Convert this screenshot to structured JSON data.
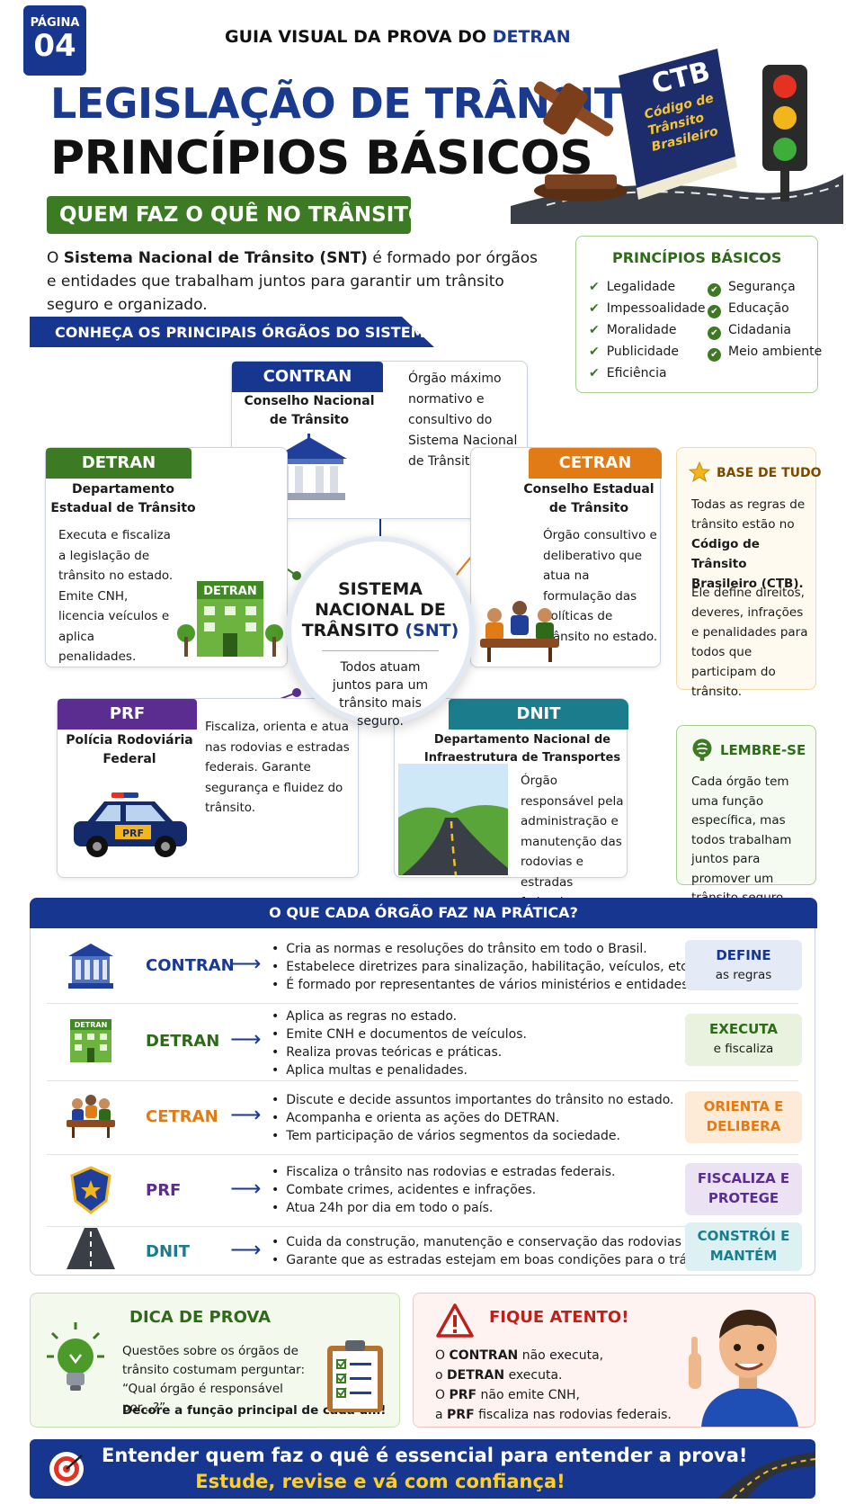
{
  "header": {
    "page_label": "PÁGINA",
    "page_number": "04",
    "guide_title_prefix": "GUIA VISUAL DA PROVA DO",
    "guide_title_highlight": "DETRAN",
    "title_line1": "LEGISLAÇÃO DE TRÂNSITO",
    "title_line2": "PRINCÍPIOS BÁSICOS",
    "who_banner": "QUEM FAZ O QUÊ NO TRÂNSITO",
    "intro_prefix": "O",
    "intro_bold": "Sistema Nacional de Trânsito (SNT)",
    "intro_rest": "é formado por órgãos e entidades que trabalham juntos para garantir um trânsito seguro e organizado."
  },
  "hero": {
    "book_title": "CTB",
    "book_subtitle": [
      "Código de",
      "Trânsito",
      "Brasileiro"
    ]
  },
  "principles": {
    "title": "PRINCÍPIOS BÁSICOS",
    "left": [
      "Legalidade",
      "Impessoalidade",
      "Moralidade",
      "Publicidade",
      "Eficiência"
    ],
    "right": [
      "Segurança",
      "Educação",
      "Cidadania",
      "Meio ambiente"
    ]
  },
  "section_organs": "CONHEÇA OS PRINCIPAIS ÓRGÃOS DO SISTEMA",
  "center": {
    "title_line1": "SISTEMA",
    "title_line2": "NACIONAL DE",
    "title_line3": "TRÂNSITO",
    "title_abbr": "(SNT)",
    "subtitle": "Todos atuam juntos para um trânsito mais seguro."
  },
  "organs": {
    "contran": {
      "tag": "CONTRAN",
      "name": "Conselho Nacional de Trânsito",
      "desc": "Órgão máximo normativo e consultivo do Sistema Nacional de Trânsito."
    },
    "detran": {
      "tag": "DETRAN",
      "name": "Departamento Estadual de Trânsito",
      "desc": "Executa e fiscaliza a legislação de trânsito no estado. Emite CNH, licencia veículos e aplica penalidades.",
      "building_label": "DETRAN"
    },
    "cetran": {
      "tag": "CETRAN",
      "name": "Conselho Estadual de Trânsito",
      "desc": "Órgão consultivo e deliberativo que atua na formulação das políticas de trânsito no estado."
    },
    "prf": {
      "tag": "PRF",
      "name": "Polícia Rodoviária Federal",
      "desc": "Fiscaliza, orienta e atua nas rodovias e estradas federais. Garante segurança e fluidez do trânsito.",
      "car_label": "PRF"
    },
    "dnit": {
      "tag": "DNIT",
      "name": "Departamento Nacional de Infraestrutura de Transportes",
      "desc": "Órgão responsável pela administração e manutenção das rodovias e estradas federais."
    }
  },
  "base": {
    "title": "BASE DE TUDO",
    "p1_prefix": "Todas as regras de trânsito estão no",
    "p1_bold": "Código de Trânsito Brasileiro (CTB).",
    "p2": "Ele define direitos, deveres, infrações e penalidades para todos que participam do trânsito."
  },
  "lembre": {
    "title": "LEMBRE-SE",
    "text": "Cada órgão tem uma função específica, mas todos trabalham juntos para promover um trânsito seguro, humano e eficiente."
  },
  "practice": {
    "title": "O QUE CADA ÓRGÃO FAZ NA PRÁTICA?",
    "rows": [
      {
        "name": "CONTRAN",
        "items": [
          "Cria as normas e resoluções do trânsito em todo o Brasil.",
          "Estabelece diretrizes para sinalização, habilitação, veículos, etc.",
          "É formado por representantes de vários ministérios e entidades."
        ],
        "badge_main": "DEFINE",
        "badge_sub": "as regras"
      },
      {
        "name": "DETRAN",
        "items": [
          "Aplica as regras no estado.",
          "Emite CNH e documentos de veículos.",
          "Realiza provas teóricas e práticas.",
          "Aplica multas e penalidades."
        ],
        "badge_main": "EXECUTA",
        "badge_sub": "e fiscaliza",
        "icon_label": "DETRAN"
      },
      {
        "name": "CETRAN",
        "items": [
          "Discute e decide assuntos importantes do trânsito no estado.",
          "Acompanha e orienta as ações do DETRAN.",
          "Tem participação de vários segmentos da sociedade."
        ],
        "badge_main": "ORIENTA E DELIBERA",
        "badge_sub": ""
      },
      {
        "name": "PRF",
        "items": [
          "Fiscaliza o trânsito nas rodovias e estradas federais.",
          "Combate crimes, acidentes e infrações.",
          "Atua 24h por dia em todo o país."
        ],
        "badge_main": "FISCALIZA E PROTEGE",
        "badge_sub": ""
      },
      {
        "name": "DNIT",
        "items": [
          "Cuida da construção, manutenção e conservação das rodovias federais.",
          "Garante que as estradas estejam em boas condições para o tráfego."
        ],
        "badge_main": "CONSTRÓI E MANTÉM",
        "badge_sub": ""
      }
    ]
  },
  "dica": {
    "title": "DICA DE PROVA",
    "text": "Questões sobre os órgãos de trânsito costumam perguntar: “Qual órgão é responsável por...?”",
    "tip": "Decore a função principal de cada um!"
  },
  "atento": {
    "title": "FIQUE ATENTO!",
    "l1a": "O",
    "l1b": "CONTRAN",
    "l1c": "não executa,",
    "l2a": "o",
    "l2b": "DETRAN",
    "l2c": "executa.",
    "l3a": "O",
    "l3b": "PRF",
    "l3c": "não emite CNH,",
    "l4a": "a",
    "l4b": "PRF",
    "l4c": "fiscaliza nas rodovias federais."
  },
  "footer": {
    "line1": "Entender quem faz o quê é essencial para entender a prova!",
    "line2": "Estude, revise e vá com confiança!"
  },
  "colors": {
    "navy": "#17368f",
    "green": "#3d7a24",
    "orange": "#e07b16",
    "purple": "#5b2d91",
    "teal": "#1b7d8c",
    "red": "#c0201a",
    "yellow": "#ffcf24"
  },
  "icons": [
    "gavel-icon",
    "book-icon",
    "traffic-light-icon",
    "check-icon",
    "building-icon",
    "meeting-icon",
    "police-car-icon",
    "road-icon",
    "star-icon",
    "brain-icon",
    "arrow-right-icon",
    "badge-icon",
    "lightbulb-icon",
    "clipboard-icon",
    "warning-icon",
    "person-icon",
    "target-icon"
  ]
}
